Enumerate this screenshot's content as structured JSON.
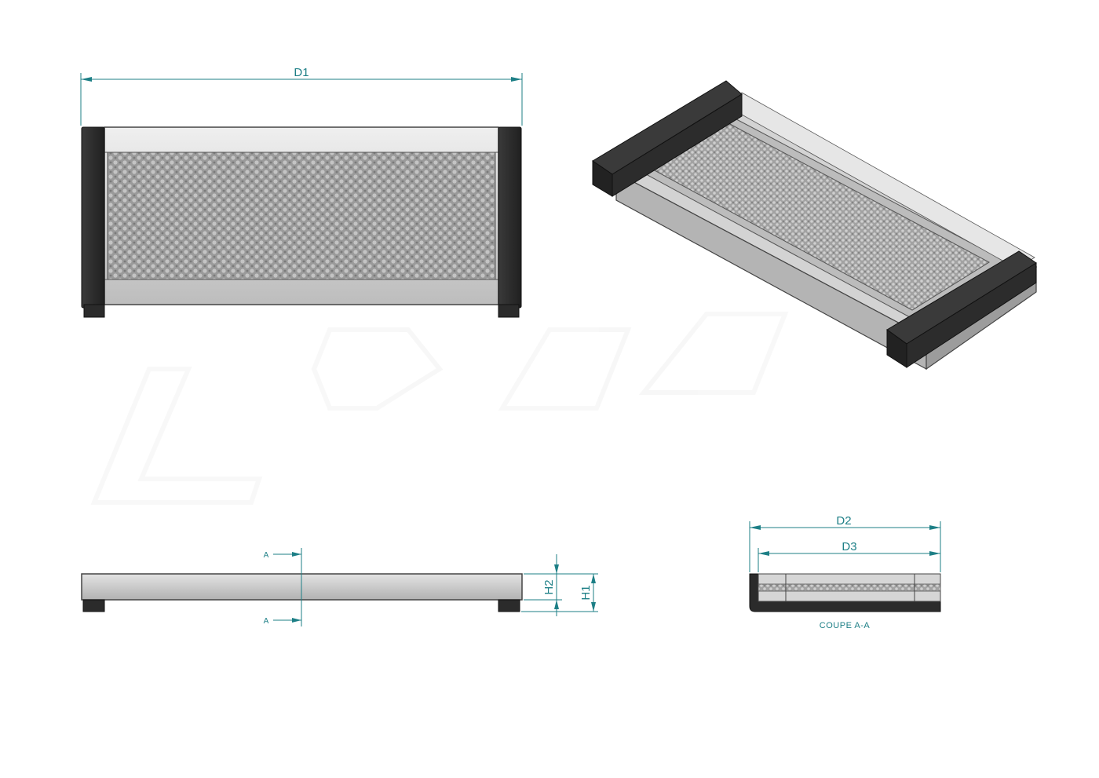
{
  "dimensions": {
    "d1": "D1",
    "d2": "D2",
    "d3": "D3",
    "h1": "H1",
    "h2": "H2"
  },
  "section": {
    "marker_top": "A",
    "marker_bottom": "A",
    "caption": "COUPE A-A"
  },
  "colors": {
    "dimension": "#1d7f86",
    "frame_light": "#d7d7d7",
    "end_cap": "#2b2b2b",
    "mesh": "#8c8c8c"
  }
}
